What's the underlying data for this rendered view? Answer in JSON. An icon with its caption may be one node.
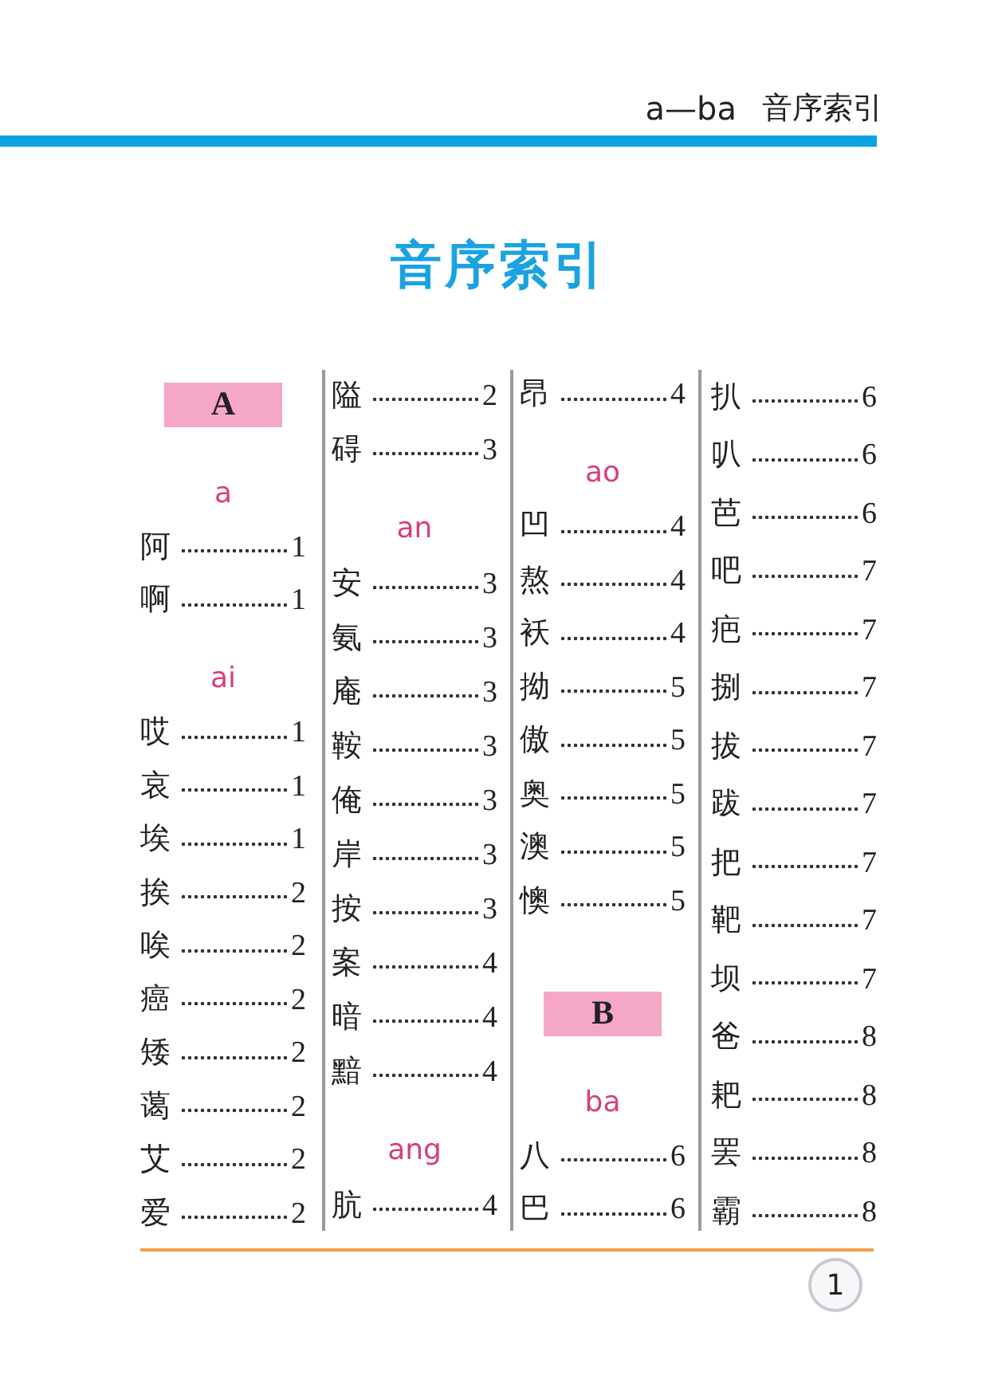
{
  "diagram": {
    "title": "音序索引",
    "nodes": [
      {
        "text": [
          "A"
        ]
      },
      {
        "text": [
          "B"
        ]
      },
      {
        "text": [
          "1"
        ]
      }
    ],
    "labels": [
      "a—ba",
      "音序索引",
      "a",
      "阿",
      "1",
      "啊",
      "1",
      "ai",
      "哎",
      "1",
      "哀",
      "1",
      "埃",
      "1",
      "挨",
      "2",
      "唉",
      "2",
      "癌",
      "2",
      "矮",
      "2",
      "蔼",
      "2",
      "艾",
      "2",
      "爱",
      "2",
      "隘",
      "2",
      "碍",
      "3",
      "an",
      "安",
      "3",
      "氨",
      "3",
      "庵",
      "3",
      "鞍",
      "3",
      "俺",
      "3",
      "岸",
      "3",
      "按",
      "3",
      "案",
      "4",
      "暗",
      "4",
      "黯",
      "4",
      "ang",
      "肮",
      "4",
      "昂",
      "4",
      "ao",
      "凹",
      "4",
      "熬",
      "4",
      "袄",
      "4",
      "拗",
      "5",
      "傲",
      "5",
      "奥",
      "5",
      "澳",
      "5",
      "懊",
      "5",
      "ba",
      "八",
      "6",
      "巴",
      "6",
      "扒",
      "6",
      "叭",
      "6",
      "芭",
      "6",
      "吧",
      "7",
      "疤",
      "7",
      "捌",
      "7",
      "拔",
      "7",
      "跋",
      "7",
      "把",
      "7",
      "靶",
      "7",
      "坝",
      "7",
      "爸",
      "8",
      "耙",
      "8",
      "罢",
      "8",
      "霸",
      "8"
    ]
  }
}
